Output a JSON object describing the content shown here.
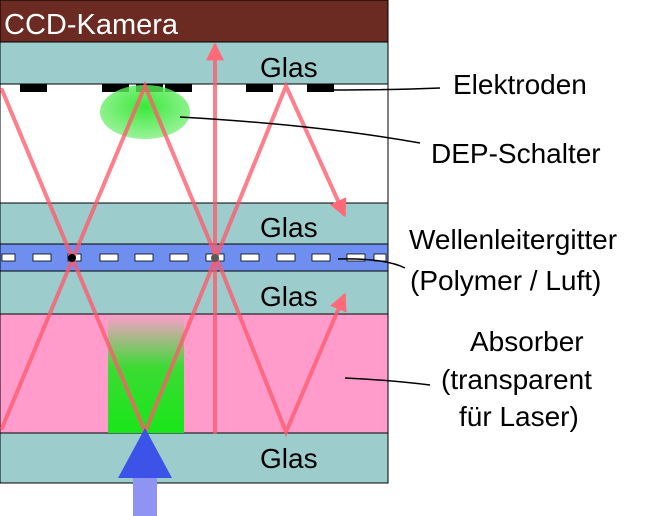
{
  "colors": {
    "camera": "#6b2a22",
    "glass": "#9ccdcc",
    "white_layer": "#ffffff",
    "waveguide": "#6f8ff0",
    "absorber": "#ff9ccc",
    "beam": "#ff5a6a",
    "green": "#19e619",
    "blue_arrow": "#3d52e6",
    "blue_arrow_light": "#8f94f2",
    "electrode": "#000000"
  },
  "layers": {
    "camera": "CCD-Kamera",
    "glass_top": "Glas",
    "glass_mid_upper": "Glas",
    "glass_mid_lower": "Glas",
    "glass_bottom": "Glas"
  },
  "labels": {
    "electrodes": "Elektroden",
    "dep_switch": "DEP-Schalter",
    "waveguide_line1": "Wellenleitergitter",
    "waveguide_line2": "(Polymer / Luft)",
    "absorber_line1": "Absorber",
    "absorber_line2": "(transparent",
    "absorber_line3": "für Laser)"
  }
}
